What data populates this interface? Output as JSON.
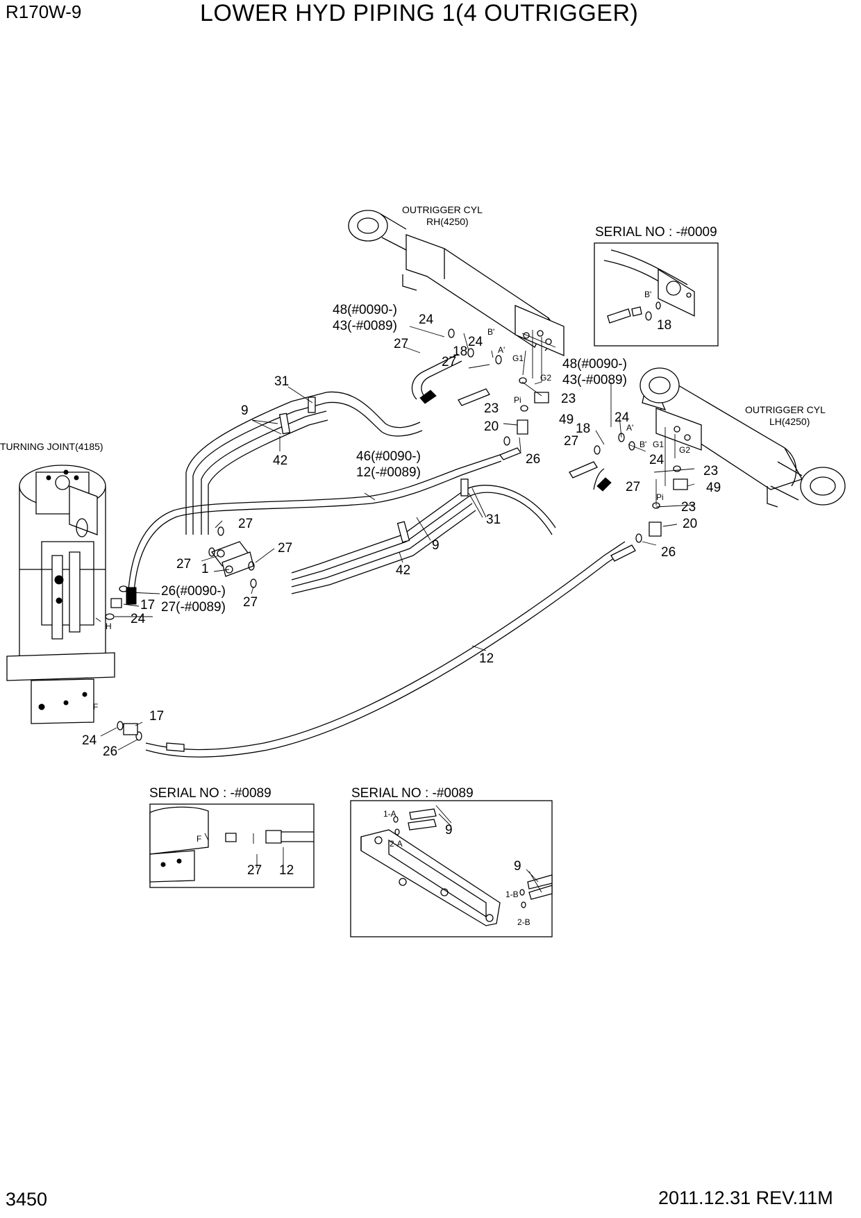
{
  "header": {
    "model": "R170W-9",
    "title": "LOWER HYD PIPING 1(4 OUTRIGGER)"
  },
  "footer": {
    "page_number": "3450",
    "revision": "2011.12.31  REV.11M"
  },
  "components": {
    "cyl_rh_line1": "OUTRIGGER CYL",
    "cyl_rh_line2": "RH(4250)",
    "cyl_lh_line1": "OUTRIGGER CYL",
    "cyl_lh_line2": "LH(4250)",
    "turning_joint": "TURNING JOINT(4185)"
  },
  "insets": {
    "serial_0009": "SERIAL NO : -#0009",
    "serial_0089_left": "SERIAL NO : -#0089",
    "serial_0089_right": "SERIAL NO : -#0089"
  },
  "callouts": {
    "c31a": "31",
    "c9a": "9",
    "c42a": "42",
    "c48a": "48(#0090-)",
    "c43a": "43(-#0089)",
    "c24a": "24",
    "c27a": "27",
    "c24b": "24",
    "c18a": "18",
    "c27b": "27",
    "c23a": "23",
    "c23b": "23",
    "c20a": "20",
    "c49a": "49",
    "c46": "46(#0090-)",
    "c12a": "12(-#0089)",
    "c26a": "26",
    "c48b": "48(#0090-)",
    "c43b": "43(-#0089)",
    "c24c": "24",
    "c18b": "18",
    "c27c": "27",
    "c24d": "24",
    "c27d": "27",
    "c23c": "23",
    "c49b": "49",
    "c23d": "23",
    "c20b": "20",
    "c26b": "26",
    "c31b": "31",
    "c9b": "9",
    "c42b": "42",
    "c27e": "27",
    "c27f": "27",
    "c1": "1",
    "c27g": "27",
    "c27h": "27",
    "c26c": "26(#0090-)",
    "c27i": "27(-#0089)",
    "c17a": "17",
    "c24e": "24",
    "c12b": "12",
    "c17b": "17",
    "c24f": "24",
    "c26d": "26",
    "inset1_18": "18",
    "inset2_27": "27",
    "inset2_12": "12",
    "inset3_9a": "9",
    "inset3_9b": "9"
  },
  "port_labels": {
    "b1": "B'",
    "a1": "A'",
    "g1a": "G1",
    "g2a": "G2",
    "pia": "Pi",
    "a2": "A'",
    "b2": "B'",
    "g1b": "G1",
    "g2b": "G2",
    "pib": "Pi",
    "h": "H",
    "f": "F",
    "ib": "B'",
    "f2": "F",
    "p1a": "1-A",
    "p2a": "2-A",
    "p1b": "1-B",
    "p2b": "2-B"
  }
}
